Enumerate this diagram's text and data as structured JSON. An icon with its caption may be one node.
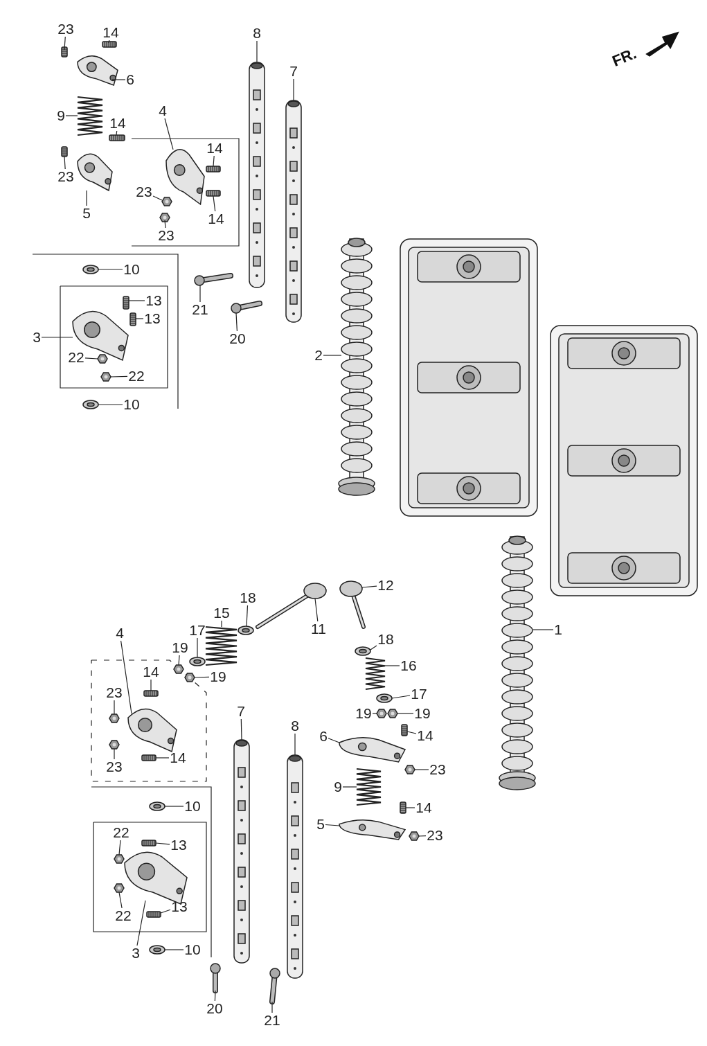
{
  "diagram": {
    "nodes": [
      {
        "text": [
          "23"
        ]
      },
      {
        "text": [
          "14"
        ]
      },
      {
        "text": [
          "6"
        ]
      },
      {
        "text": [
          "9"
        ]
      },
      {
        "text": [
          "14"
        ]
      },
      {
        "text": [
          "23"
        ]
      },
      {
        "text": [
          "5"
        ]
      },
      {
        "text": [
          "4"
        ]
      },
      {
        "text": [
          "14"
        ]
      },
      {
        "text": [
          "23"
        ]
      },
      {
        "text": [
          "14"
        ]
      },
      {
        "text": [
          "23"
        ]
      },
      {
        "text": [
          "8"
        ]
      },
      {
        "text": [
          "7"
        ]
      },
      {
        "text": [
          "10"
        ]
      },
      {
        "text": [
          "13"
        ]
      },
      {
        "text": [
          "13"
        ]
      },
      {
        "text": [
          "3"
        ]
      },
      {
        "text": [
          "22"
        ]
      },
      {
        "text": [
          "22"
        ]
      },
      {
        "text": [
          "10"
        ]
      },
      {
        "text": [
          "21"
        ]
      },
      {
        "text": [
          "20"
        ]
      },
      {
        "text": [
          "2"
        ]
      },
      {
        "text": [
          "1"
        ]
      },
      {
        "text": [
          "4"
        ]
      },
      {
        "text": [
          "17"
        ]
      },
      {
        "text": [
          "15"
        ]
      },
      {
        "text": [
          "18"
        ]
      },
      {
        "text": [
          "11"
        ]
      },
      {
        "text": [
          "12"
        ]
      },
      {
        "text": [
          "19"
        ]
      },
      {
        "text": [
          "19"
        ]
      },
      {
        "text": [
          "18"
        ]
      },
      {
        "text": [
          "16"
        ]
      },
      {
        "text": [
          "17"
        ]
      },
      {
        "text": [
          "19"
        ]
      },
      {
        "text": [
          "19"
        ]
      },
      {
        "text": [
          "14"
        ]
      },
      {
        "text": [
          "23"
        ]
      },
      {
        "text": [
          "6"
        ]
      },
      {
        "text": [
          "14"
        ]
      },
      {
        "text": [
          "23"
        ]
      },
      {
        "text": [
          "14"
        ]
      },
      {
        "text": [
          "23"
        ]
      },
      {
        "text": [
          "7"
        ]
      },
      {
        "text": [
          "8"
        ]
      },
      {
        "text": [
          "9"
        ]
      },
      {
        "text": [
          "14"
        ]
      },
      {
        "text": [
          "10"
        ]
      },
      {
        "text": [
          "5"
        ]
      },
      {
        "text": [
          "23"
        ]
      },
      {
        "text": [
          "22"
        ]
      },
      {
        "text": [
          "13"
        ]
      },
      {
        "text": [
          "22"
        ]
      },
      {
        "text": [
          "13"
        ]
      },
      {
        "text": [
          "3"
        ]
      },
      {
        "text": [
          "10"
        ]
      },
      {
        "text": [
          "20"
        ]
      },
      {
        "text": [
          "21"
        ]
      },
      {
        "text": [],
        "shape": "picture"
      },
      {
        "text": [],
        "shape": "picture"
      },
      {
        "text": [],
        "shape": "picture"
      },
      {
        "text": [],
        "shape": "picture"
      },
      {
        "text": [],
        "shape": "picture"
      },
      {
        "text": [],
        "shape": "picture"
      },
      {
        "text": [],
        "shape": "picture"
      },
      {
        "text": [],
        "shape": "picture"
      },
      {
        "text": [],
        "shape": "picture"
      },
      {
        "text": [],
        "shape": "picture"
      },
      {
        "text": [],
        "shape": "picture"
      },
      {
        "text": [],
        "shape": "picture"
      },
      {
        "text": [],
        "shape": "picture"
      },
      {
        "text": [],
        "shape": "picture"
      },
      {
        "text": [],
        "shape": "picture"
      },
      {
        "text": [],
        "shape": "picture"
      },
      {
        "text": [],
        "shape": "picture"
      },
      {
        "text": [],
        "shape": "picture"
      },
      {
        "text": [],
        "shape": "picture"
      },
      {
        "text": [],
        "shape": "picture"
      },
      {
        "text": [],
        "shape": "picture"
      },
      {
        "text": [],
        "shape": "picture"
      },
      {
        "text": [],
        "shape": "picture"
      },
      {
        "text": [],
        "shape": "picture"
      },
      {
        "text": [],
        "shape": "picture"
      },
      {
        "text": [],
        "shape": "picture"
      },
      {
        "text": [],
        "shape": "picture"
      },
      {
        "text": [],
        "shape": "picture"
      },
      {
        "text": [],
        "shape": "picture"
      },
      {
        "text": [],
        "shape": "picture"
      },
      {
        "text": [],
        "shape": "picture"
      },
      {
        "text": [],
        "shape": "picture"
      },
      {
        "text": [],
        "shape": "picture"
      },
      {
        "text": [],
        "shape": "picture"
      },
      {
        "text": [],
        "shape": "picture"
      },
      {
        "text": [],
        "shape": "picture"
      },
      {
        "text": [],
        "shape": "picture"
      },
      {
        "text": [],
        "shape": "picture"
      },
      {
        "text": [],
        "shape": "picture"
      },
      {
        "text": [],
        "shape": "picture"
      },
      {
        "text": [],
        "shape": "picture"
      },
      {
        "text": [],
        "shape": "picture"
      },
      {
        "text": [],
        "shape": "picture"
      },
      {
        "text": [],
        "shape": "picture"
      },
      {
        "text": [],
        "shape": "picture"
      },
      {
        "text": [],
        "shape": "picture"
      },
      {
        "text": [],
        "shape": "picture"
      },
      {
        "text": [],
        "shape": "picture"
      },
      {
        "text": [],
        "shape": "picture"
      },
      {
        "text": [],
        "shape": "picture"
      },
      {
        "text": [],
        "shape": "picture"
      },
      {
        "text": [],
        "shape": "picture"
      },
      {
        "text": [],
        "shape": "picture"
      },
      {
        "text": [],
        "shape": "picture"
      },
      {
        "text": [],
        "shape": "picture"
      },
      {
        "text": [],
        "shape": "picture"
      },
      {
        "text": [],
        "shape": "picture"
      },
      {
        "text": [],
        "shape": "picture"
      },
      {
        "text": [],
        "shape": "picture"
      },
      {
        "text": [],
        "shape": "picture"
      }
    ],
    "edges": [
      {
        "from": 0,
        "to": 60,
        "arrow": "none"
      },
      {
        "from": 1,
        "to": 61,
        "arrow": "none"
      },
      {
        "from": 2,
        "to": 62,
        "arrow": "none"
      },
      {
        "from": 3,
        "to": 63,
        "arrow": "none"
      },
      {
        "from": 4,
        "to": 64,
        "arrow": "none"
      },
      {
        "from": 5,
        "to": 65,
        "arrow": "none"
      },
      {
        "from": 6,
        "to": 66,
        "arrow": "none"
      },
      {
        "from": 7,
        "to": 67,
        "arrow": "none"
      },
      {
        "from": 8,
        "to": 68,
        "arrow": "none"
      },
      {
        "from": 9,
        "to": 69,
        "arrow": "none"
      },
      {
        "from": 10,
        "to": 70,
        "arrow": "none"
      },
      {
        "from": 11,
        "to": 71,
        "arrow": "none"
      },
      {
        "from": 12,
        "to": 72,
        "arrow": "none"
      },
      {
        "from": 13,
        "to": 73,
        "arrow": "none"
      },
      {
        "from": 14,
        "to": 74,
        "arrow": "none"
      },
      {
        "from": 15,
        "to": 75,
        "arrow": "none"
      },
      {
        "from": 16,
        "to": 76,
        "arrow": "none"
      },
      {
        "from": 17,
        "to": 77,
        "arrow": "none"
      },
      {
        "from": 18,
        "to": 78,
        "arrow": "none"
      },
      {
        "from": 19,
        "to": 79,
        "arrow": "none"
      },
      {
        "from": 20,
        "to": 80,
        "arrow": "none"
      },
      {
        "from": 21,
        "to": 81,
        "arrow": "none"
      },
      {
        "from": 22,
        "to": 82,
        "arrow": "none"
      },
      {
        "from": 23,
        "to": 83,
        "arrow": "none"
      },
      {
        "from": 24,
        "to": 84,
        "arrow": "none"
      },
      {
        "from": 25,
        "to": 85,
        "arrow": "none"
      },
      {
        "from": 26,
        "to": 86,
        "arrow": "none"
      },
      {
        "from": 27,
        "to": 87,
        "arrow": "none"
      },
      {
        "from": 28,
        "to": 88,
        "arrow": "none"
      },
      {
        "from": 29,
        "to": 89,
        "arrow": "none"
      },
      {
        "from": 30,
        "to": 90,
        "arrow": "none"
      },
      {
        "from": 31,
        "to": 91,
        "arrow": "none"
      },
      {
        "from": 32,
        "to": 92,
        "arrow": "none"
      },
      {
        "from": 33,
        "to": 93,
        "arrow": "none"
      },
      {
        "from": 34,
        "to": 94,
        "arrow": "none"
      },
      {
        "from": 35,
        "to": 95,
        "arrow": "none"
      },
      {
        "from": 36,
        "to": 96,
        "arrow": "none"
      },
      {
        "from": 37,
        "to": 97,
        "arrow": "none"
      },
      {
        "from": 38,
        "to": 98,
        "arrow": "none"
      },
      {
        "from": 39,
        "to": 99,
        "arrow": "none"
      },
      {
        "from": 40,
        "to": 100,
        "arrow": "none"
      },
      {
        "from": 41,
        "to": 101,
        "arrow": "none"
      },
      {
        "from": 42,
        "to": 102,
        "arrow": "none"
      },
      {
        "from": 43,
        "to": 103,
        "arrow": "none"
      },
      {
        "from": 44,
        "to": 104,
        "arrow": "none"
      },
      {
        "from": 45,
        "to": 105,
        "arrow": "none"
      },
      {
        "from": 46,
        "to": 106,
        "arrow": "none"
      },
      {
        "from": 47,
        "to": 107,
        "arrow": "none"
      },
      {
        "from": 48,
        "to": 108,
        "arrow": "none"
      },
      {
        "from": 49,
        "to": 109,
        "arrow": "none"
      },
      {
        "from": 50,
        "to": 110,
        "arrow": "none"
      },
      {
        "from": 51,
        "to": 111,
        "arrow": "none"
      },
      {
        "from": 52,
        "to": 112,
        "arrow": "none"
      },
      {
        "from": 53,
        "to": 113,
        "arrow": "none"
      },
      {
        "from": 54,
        "to": 114,
        "arrow": "none"
      },
      {
        "from": 55,
        "to": 115,
        "arrow": "none"
      },
      {
        "from": 56,
        "to": 116,
        "arrow": "none"
      },
      {
        "from": 57,
        "to": 117,
        "arrow": "none"
      },
      {
        "from": 58,
        "to": 118,
        "arrow": "none"
      },
      {
        "from": 59,
        "to": 119,
        "arrow": "none"
      }
    ],
    "labels": [
      "FR."
    ]
  }
}
